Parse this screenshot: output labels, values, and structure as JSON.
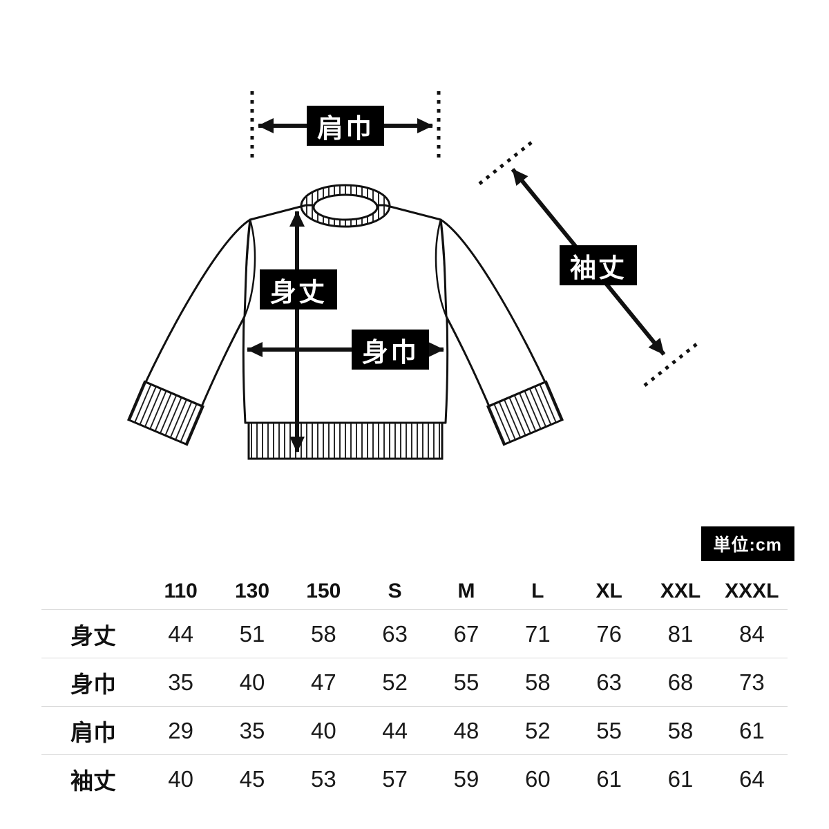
{
  "diagram": {
    "shoulder_width_label": "肩巾",
    "body_length_label": "身丈",
    "body_width_label": "身巾",
    "sleeve_length_label": "袖丈"
  },
  "unit_label": "単位:cm",
  "table": {
    "sizes": [
      "110",
      "130",
      "150",
      "S",
      "M",
      "L",
      "XL",
      "XXL",
      "XXXL"
    ],
    "rows": [
      {
        "label": "身丈",
        "values": [
          "44",
          "51",
          "58",
          "63",
          "67",
          "71",
          "76",
          "81",
          "84"
        ]
      },
      {
        "label": "身巾",
        "values": [
          "35",
          "40",
          "47",
          "52",
          "55",
          "58",
          "63",
          "68",
          "73"
        ]
      },
      {
        "label": "肩巾",
        "values": [
          "29",
          "35",
          "40",
          "44",
          "48",
          "52",
          "55",
          "58",
          "61"
        ]
      },
      {
        "label": "袖丈",
        "values": [
          "40",
          "45",
          "53",
          "57",
          "59",
          "60",
          "61",
          "61",
          "64"
        ]
      }
    ]
  }
}
